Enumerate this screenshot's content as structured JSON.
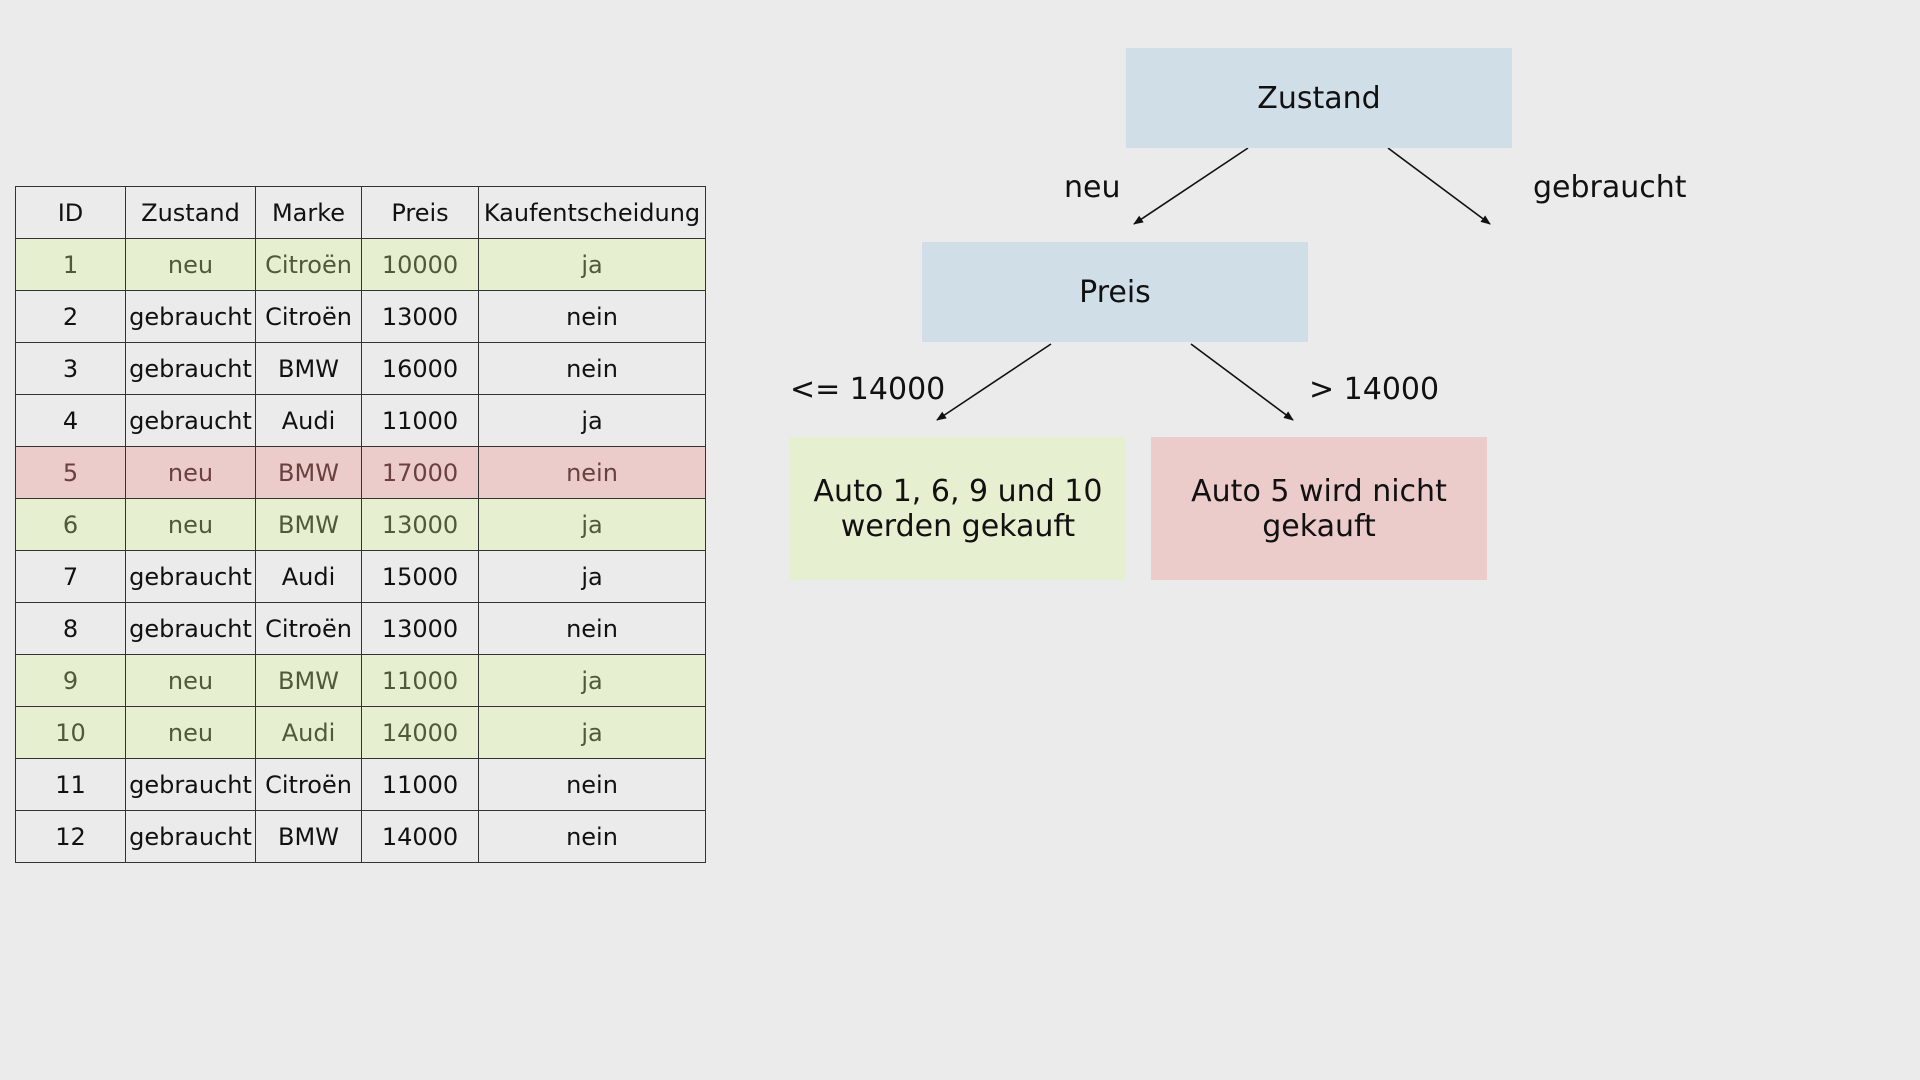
{
  "table": {
    "headers": [
      "ID",
      "Zustand",
      "Marke",
      "Preis",
      "Kaufentscheidung"
    ],
    "rows": [
      {
        "cells": [
          "1",
          "neu",
          "Citroën",
          "10000",
          "ja"
        ],
        "highlight": "buy"
      },
      {
        "cells": [
          "2",
          "gebraucht",
          "Citroën",
          "13000",
          "nein"
        ],
        "highlight": "none"
      },
      {
        "cells": [
          "3",
          "gebraucht",
          "BMW",
          "16000",
          "nein"
        ],
        "highlight": "none"
      },
      {
        "cells": [
          "4",
          "gebraucht",
          "Audi",
          "11000",
          "ja"
        ],
        "highlight": "none"
      },
      {
        "cells": [
          "5",
          "neu",
          "BMW",
          "17000",
          "nein"
        ],
        "highlight": "nobuy"
      },
      {
        "cells": [
          "6",
          "neu",
          "BMW",
          "13000",
          "ja"
        ],
        "highlight": "buy"
      },
      {
        "cells": [
          "7",
          "gebraucht",
          "Audi",
          "15000",
          "ja"
        ],
        "highlight": "none"
      },
      {
        "cells": [
          "8",
          "gebraucht",
          "Citroën",
          "13000",
          "nein"
        ],
        "highlight": "none"
      },
      {
        "cells": [
          "9",
          "neu",
          "BMW",
          "11000",
          "ja"
        ],
        "highlight": "buy"
      },
      {
        "cells": [
          "10",
          "neu",
          "Audi",
          "14000",
          "ja"
        ],
        "highlight": "buy"
      },
      {
        "cells": [
          "11",
          "gebraucht",
          "Citroën",
          "11000",
          "nein"
        ],
        "highlight": "none"
      },
      {
        "cells": [
          "12",
          "gebraucht",
          "BMW",
          "14000",
          "nein"
        ],
        "highlight": "none"
      }
    ]
  },
  "tree": {
    "root": "Zustand",
    "root_branches": {
      "left": "neu",
      "right": "gebraucht"
    },
    "node_price": "Preis",
    "price_branches": {
      "left": "<= 14000",
      "right": "> 14000"
    },
    "leaf_buy": "Auto 1, 6, 9 und 10 werden gekauft",
    "leaf_nobuy": "Auto 5 wird nicht gekauft"
  },
  "colors": {
    "background": "#ebebeb",
    "node_blue": "#d0dee8",
    "buy_green": "#e6efd0",
    "nobuy_red": "#eccbcb",
    "line": "#111111"
  }
}
